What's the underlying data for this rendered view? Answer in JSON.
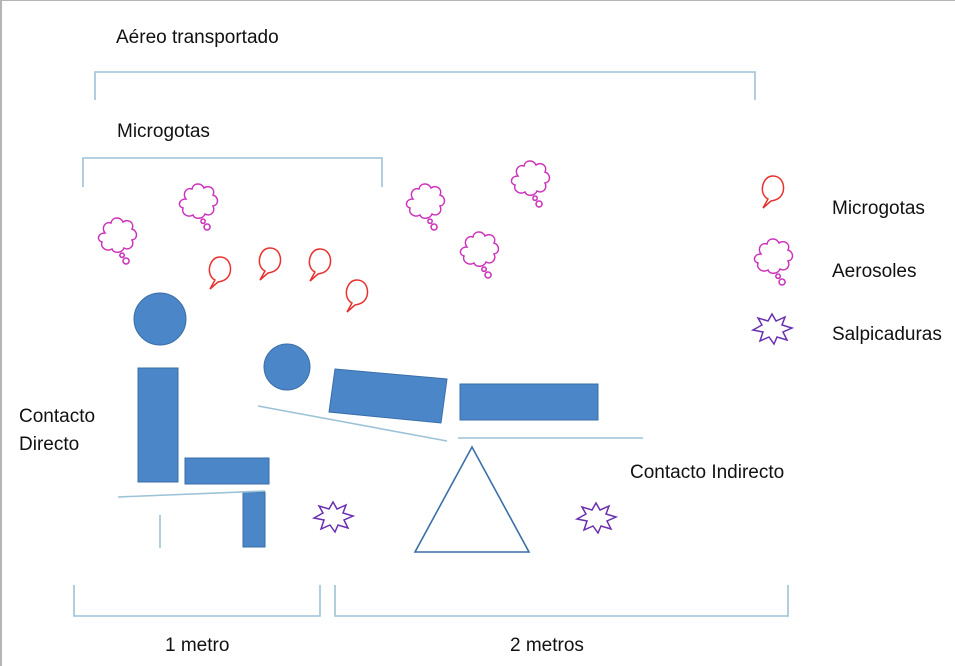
{
  "labels": {
    "airborne": "Aéreo transportado",
    "microdroplets_range": "Microgotas",
    "direct_contact_line1": "Contacto",
    "direct_contact_line2": "Directo",
    "indirect_contact": "Contacto Indirecto",
    "one_meter": "1 metro",
    "two_meters": "2 metros"
  },
  "legend": [
    {
      "label": "Microgotas",
      "icon": "droplet-icon",
      "color": "#e8322e"
    },
    {
      "label": "Aerosoles",
      "icon": "aerosol-cloud-icon",
      "color": "#cc33bb"
    },
    {
      "label": "Salpicaduras",
      "icon": "splash-icon",
      "color": "#6a2fb0"
    }
  ],
  "colors": {
    "figure_fill": "#4a86c8",
    "figure_stroke": "#3a6fa8",
    "bracket": "#9cc2d8",
    "droplet": "#e8322e",
    "aerosol": "#cc33bb",
    "splash": "#6a2fb0",
    "border": "#b5b5b5"
  }
}
